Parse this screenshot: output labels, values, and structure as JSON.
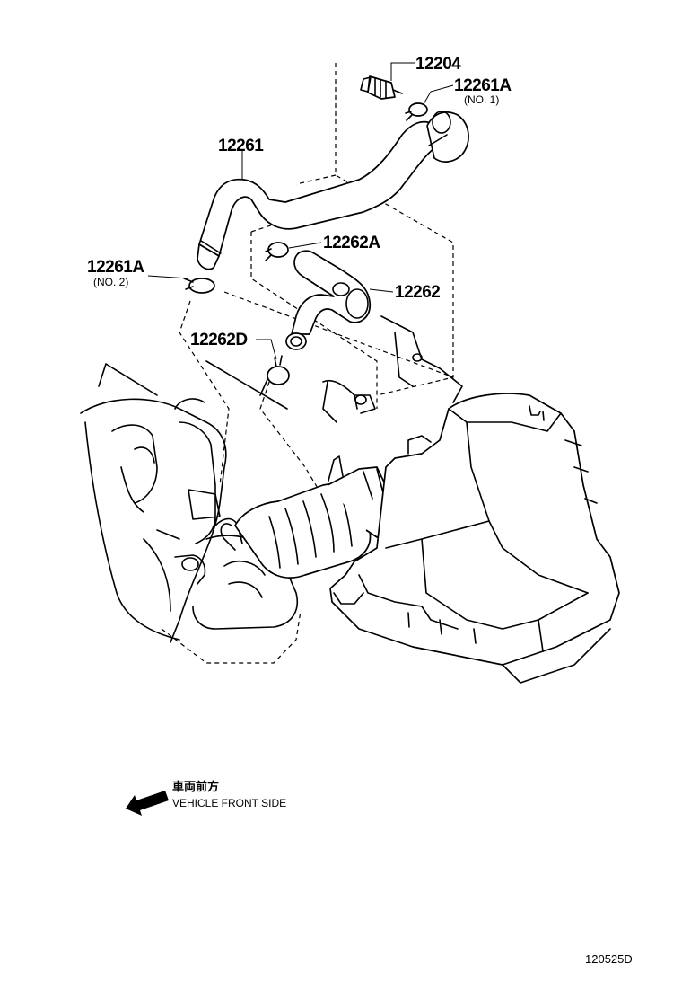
{
  "callouts": {
    "p12204": "12204",
    "p12261A_no1": "12261A",
    "p12261A_no1_sub": "(NO. 1)",
    "p12261": "12261",
    "p12262A": "12262A",
    "p12261A_no2": "12261A",
    "p12261A_no2_sub": "(NO. 2)",
    "p12262": "12262",
    "p12262D": "12262D"
  },
  "direction": {
    "japanese": "車両前方",
    "english": "VEHICLE FRONT SIDE",
    "arrow_icon": "left-down-arrow-icon"
  },
  "diagram_code": "120525D"
}
